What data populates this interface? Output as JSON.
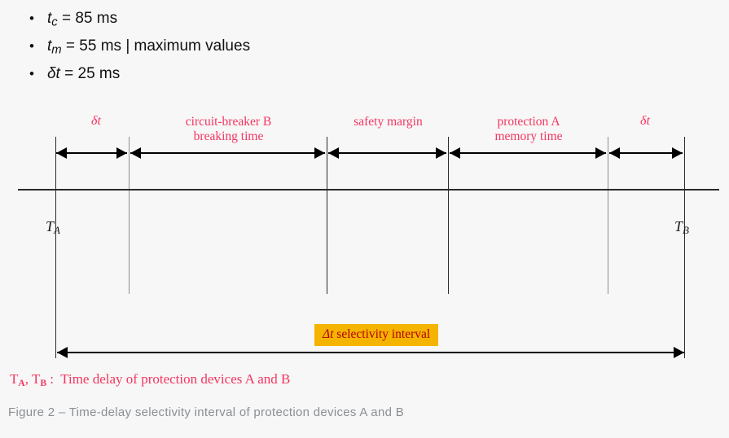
{
  "background_color": "#f7f7f7",
  "colors": {
    "label_red": "#f4355f",
    "badge_bg": "#f5b401",
    "badge_text": "#b20000",
    "line_dark": "#2b2b2b",
    "line_gray": "#8d8d8d",
    "caption_gray": "#8a8f94"
  },
  "bullets": [
    {
      "symbol": "t",
      "subscript": "c",
      "value": "= 85 ms",
      "note": ""
    },
    {
      "symbol": "t",
      "subscript": "m",
      "value": "= 55 ms",
      "note": "| maximum values"
    },
    {
      "symbol": "δt",
      "subscript": "",
      "value": "= 25 ms",
      "note": ""
    }
  ],
  "bullets_plain": [
    "t_c = 85 ms",
    "t_m = 55 ms | maximum values",
    "δt = 25 ms"
  ],
  "diagram": {
    "segments": [
      {
        "label": "δt",
        "is_symbol": true
      },
      {
        "label": "circuit-breaker B\nbreaking time",
        "is_symbol": false
      },
      {
        "label": "safety margin",
        "is_symbol": false
      },
      {
        "label": "protection A\nmemory time",
        "is_symbol": false
      },
      {
        "label": "δt",
        "is_symbol": true
      }
    ],
    "markers": [
      {
        "name": "T_A",
        "base": "T",
        "subscript": "A"
      },
      {
        "name": "T_B",
        "base": "T",
        "subscript": "B"
      }
    ],
    "interval_badge": {
      "symbol": "Δt",
      "text": " selectivity interval"
    }
  },
  "legend": {
    "symbols_base_a": "T",
    "symbols_sub_a": "A",
    "symbols_base_b": "T",
    "symbols_sub_b": "B",
    "separator": " :  ",
    "text": "Time delay of protection devices A and B",
    "full": "Tₐ, T_B :  Time delay of protection devices A and B"
  },
  "caption": "Figure 2 – Time-delay selectivity interval of protection devices A and B"
}
